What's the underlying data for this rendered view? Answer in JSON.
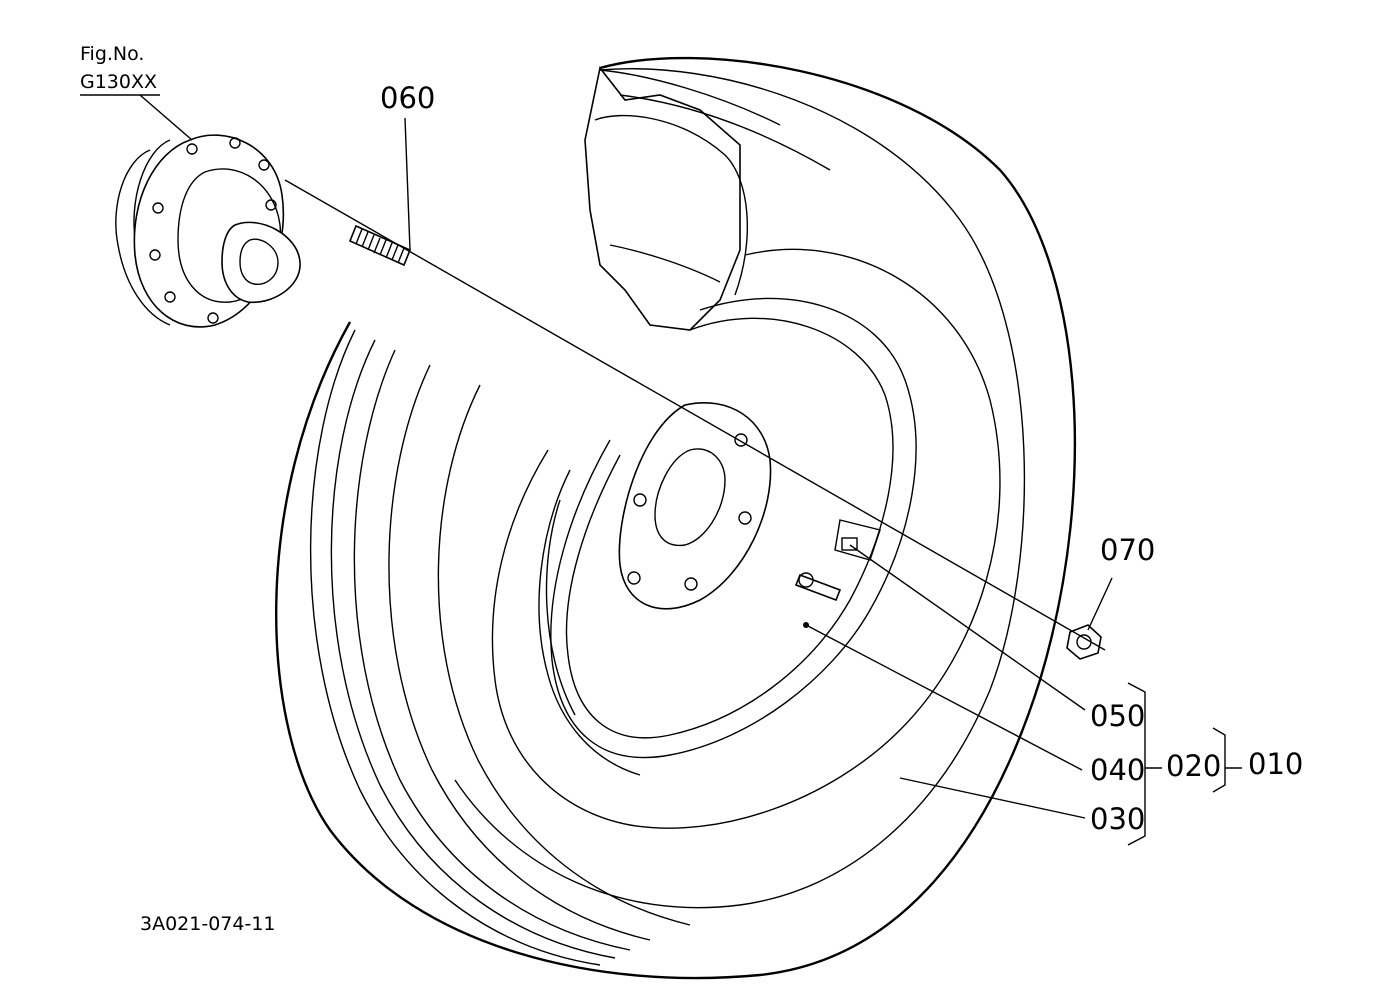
{
  "figure_ref": {
    "line1": "Fig.No.",
    "line2": "G130XX"
  },
  "drawing_code": "3A021-074-11",
  "callouts": {
    "p060": "060",
    "p070": "070",
    "p050": "050",
    "p040": "040",
    "p030": "030",
    "p020": "020",
    "p010": "010"
  }
}
